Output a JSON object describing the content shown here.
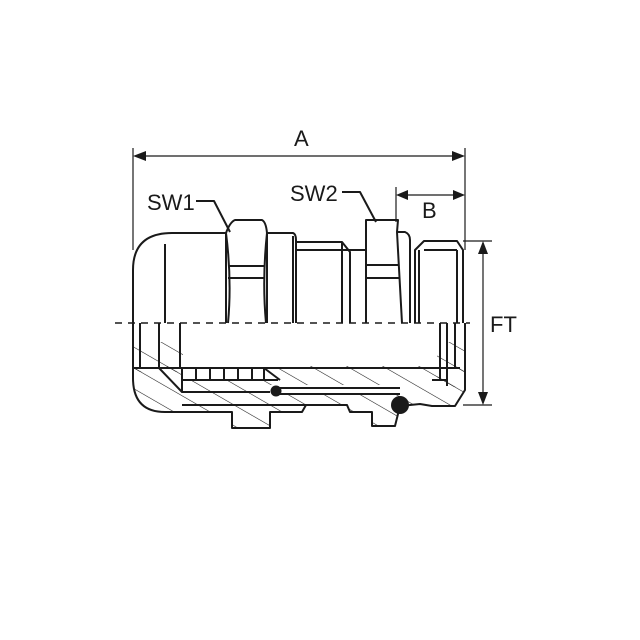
{
  "diagram": {
    "title": "Cable gland dimensional drawing",
    "labels": {
      "overall_length": "A",
      "thread_length": "B",
      "wrench_size_1": "SW1",
      "wrench_size_2": "SW2",
      "thread_diameter": "FT"
    },
    "colors": {
      "line": "#1a1a1a",
      "background": "#ffffff"
    },
    "parts": [
      "dome-sealing-nut",
      "hex-nut-sw1",
      "body",
      "hex-body-sw2",
      "entry-thread",
      "o-ring",
      "seal-insert"
    ]
  }
}
